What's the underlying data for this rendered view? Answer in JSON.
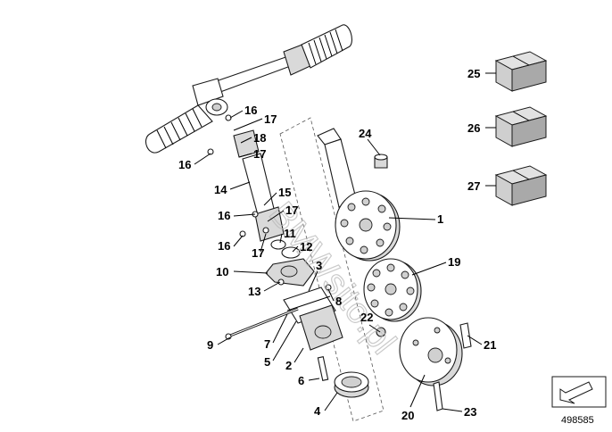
{
  "diagram": {
    "callouts": {
      "c1": "1",
      "c2": "2",
      "c3": "3",
      "c4": "4",
      "c5": "5",
      "c6": "6",
      "c7": "7",
      "c8": "8",
      "c9": "9",
      "c10": "10",
      "c11": "11",
      "c12": "12",
      "c13": "13",
      "c14": "14",
      "c15": "15",
      "c16a": "16",
      "c16b": "16",
      "c16c": "16",
      "c16d": "16",
      "c17a": "17",
      "c17b": "17",
      "c17c": "17",
      "c17d": "17",
      "c18": "18",
      "c19": "19",
      "c20": "20",
      "c21": "21",
      "c22": "22",
      "c23": "23",
      "c24": "24",
      "c25": "25",
      "c26": "26",
      "c27": "27"
    },
    "watermark": "BMWsito.pl",
    "reference_number": "498585"
  },
  "colors": {
    "box_top": "#e2e2e2",
    "box_front": "#cfcfcf",
    "box_side": "#a9a9a9",
    "line": "#1a1a1a"
  }
}
